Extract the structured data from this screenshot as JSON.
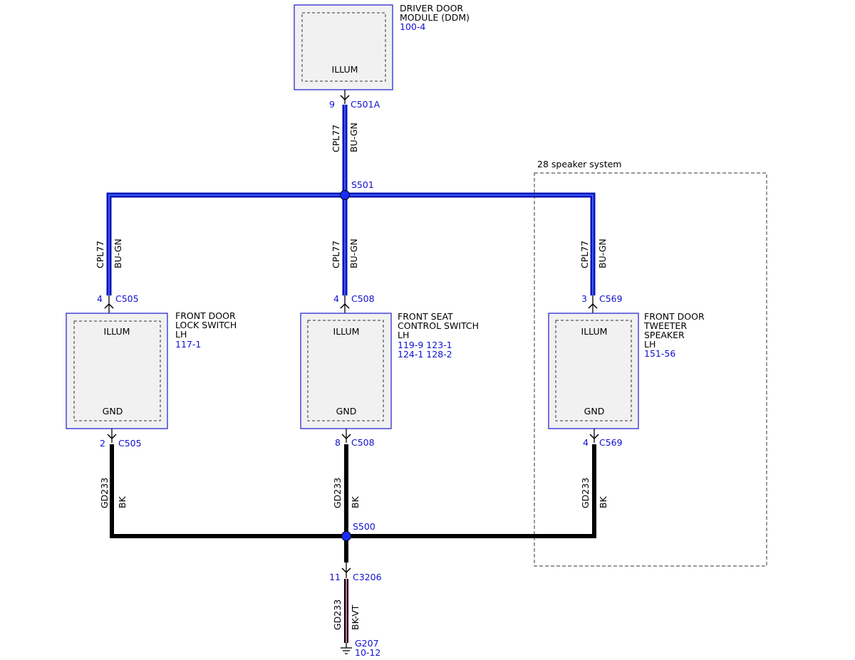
{
  "colors": {
    "wire_blue": "#0a14b4",
    "wire_blue_inner": "#3c5aff",
    "wire_black": "#000000",
    "ref_text": "#1010d0",
    "module_border": "#2a2ad0",
    "module_fill": "#f1f1f1",
    "bkvt_stripe": "#d06aa0"
  },
  "ddm": {
    "name_line1": "DRIVER DOOR",
    "name_line2": "MODULE (DDM)",
    "ref": "100-4",
    "pin_label": "ILLUM",
    "pin": "9",
    "connector": "C501A"
  },
  "wire_top": {
    "circuit": "CPL77",
    "color": "BU-GN"
  },
  "splice_s501": "S501",
  "speaker_system_label": "28 speaker system",
  "lock_switch": {
    "line1": "FRONT DOOR",
    "line2": "LOCK SWITCH",
    "line3": "LH",
    "ref": "117-1",
    "pin_top_label": "ILLUM",
    "pin_bottom_label": "GND",
    "top_pin": "4",
    "top_connector": "C505",
    "bottom_pin": "2",
    "bottom_connector": "C505",
    "wire_top": {
      "circuit": "CPL77",
      "color": "BU-GN"
    },
    "wire_bottom": {
      "circuit": "GD233",
      "color": "BK"
    }
  },
  "seat_switch": {
    "line1": "FRONT SEAT",
    "line2": "CONTROL SWITCH",
    "line3": "LH",
    "ref_line1": "119-9 123-1",
    "ref_line2": "124-1 128-2",
    "pin_top_label": "ILLUM",
    "pin_bottom_label": "GND",
    "top_pin": "4",
    "top_connector": "C508",
    "bottom_pin": "8",
    "bottom_connector": "C508",
    "wire_top": {
      "circuit": "CPL77",
      "color": "BU-GN"
    },
    "wire_bottom": {
      "circuit": "GD233",
      "color": "BK"
    }
  },
  "tweeter": {
    "line1": "FRONT DOOR",
    "line2": "TWEETER",
    "line3": "SPEAKER",
    "line4": "LH",
    "ref": "151-56",
    "pin_top_label": "ILLUM",
    "pin_bottom_label": "GND",
    "top_pin": "3",
    "top_connector": "C569",
    "bottom_pin": "4",
    "bottom_connector": "C569",
    "wire_top": {
      "circuit": "CPL77",
      "color": "BU-GN"
    },
    "wire_bottom": {
      "circuit": "GD233",
      "color": "BK"
    }
  },
  "splice_s500": "S500",
  "bottom_connector": {
    "pin": "11",
    "name": "C3206"
  },
  "wire_ground": {
    "circuit": "GD233",
    "color": "BK-VT"
  },
  "ground": {
    "name": "G207",
    "ref": "10-12"
  }
}
